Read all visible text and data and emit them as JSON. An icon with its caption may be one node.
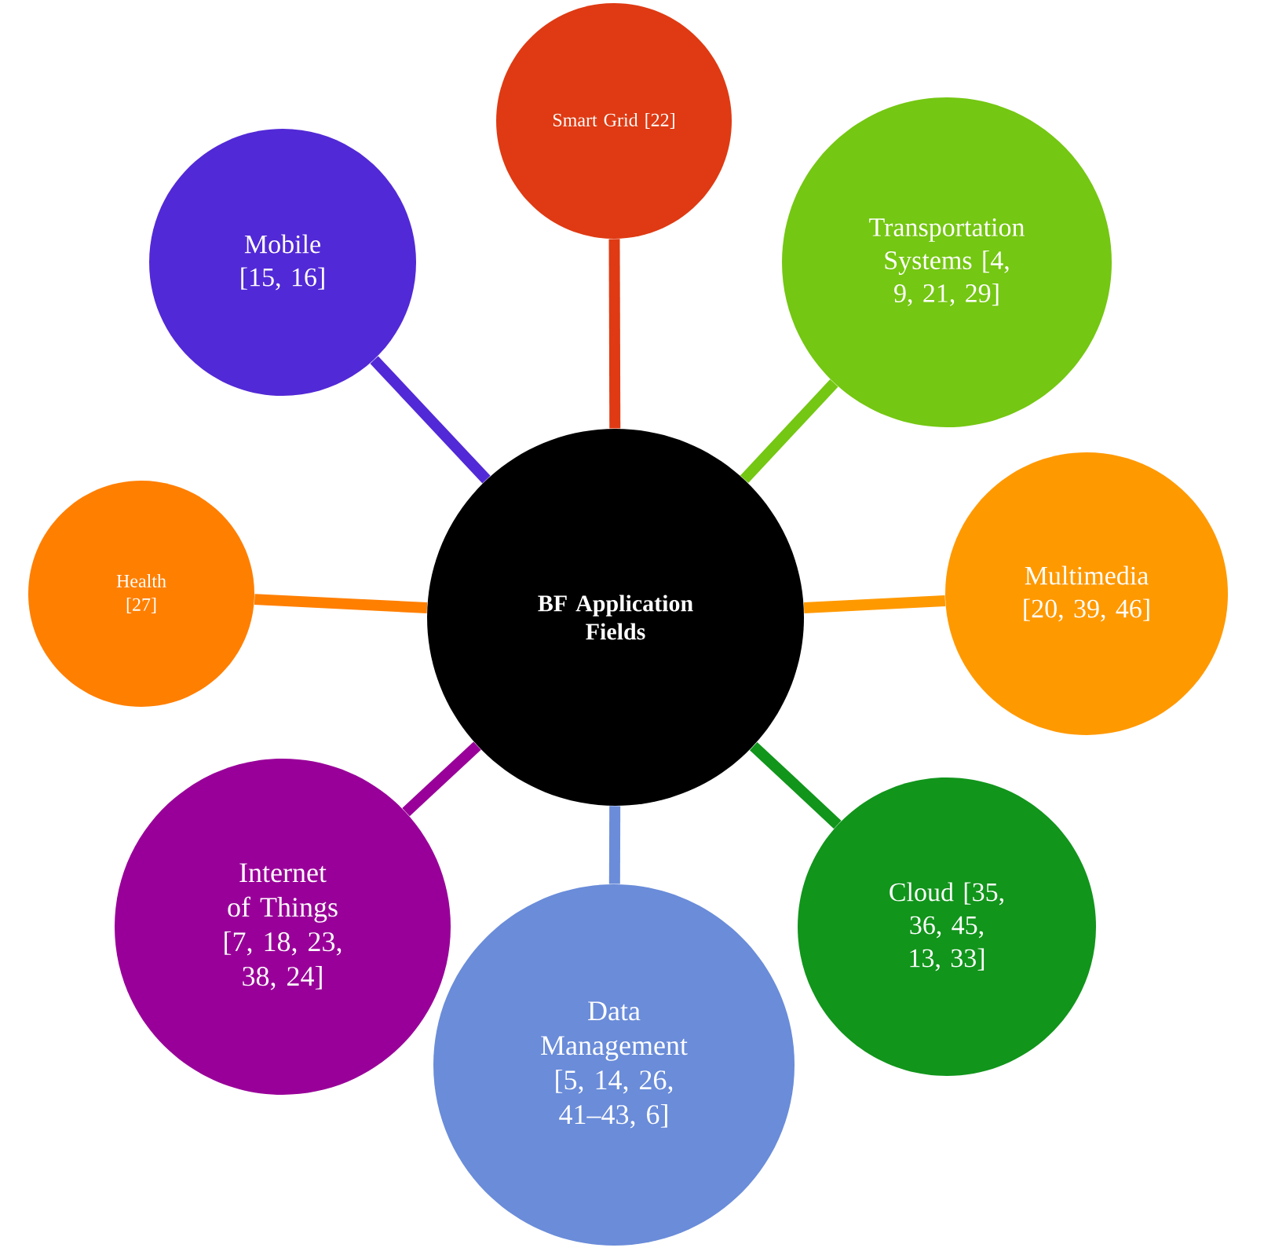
{
  "diagram": {
    "nodes": [
      {
        "text": [
          "BF Application Fields"
        ]
      },
      {
        "text": [
          "Smart Grid [22]"
        ]
      },
      {
        "text": [
          "Transportation Systems [4, 9, 21, 29]"
        ]
      },
      {
        "text": [
          "Multimedia [20, 39, 46]"
        ]
      },
      {
        "text": [
          "Cloud [35, 36, 45, 13, 33]"
        ]
      },
      {
        "text": [
          "Data Management [5, 14, 26, 41–43, 6]"
        ]
      },
      {
        "text": [
          "Internet of Things [7, 18, 23, 38, 24]"
        ]
      },
      {
        "text": [
          "Health [27]"
        ]
      },
      {
        "text": [
          "Mobile [15, 16]"
        ]
      }
    ],
    "edges": [
      {
        "from": 0,
        "to": 1,
        "arrow": "none",
        "color": "#df3a13"
      },
      {
        "from": 0,
        "to": 2,
        "arrow": "none",
        "color": "#74c712"
      },
      {
        "from": 0,
        "to": 3,
        "arrow": "none",
        "color": "#ff9900"
      },
      {
        "from": 0,
        "to": 4,
        "arrow": "none",
        "color": "#11951b"
      },
      {
        "from": 0,
        "to": 5,
        "arrow": "none",
        "color": "#6a8cd9"
      },
      {
        "from": 0,
        "to": 6,
        "arrow": "none",
        "color": "#990099"
      },
      {
        "from": 0,
        "to": 7,
        "arrow": "none",
        "color": "#ff7f00"
      },
      {
        "from": 0,
        "to": 8,
        "arrow": "none",
        "color": "#5229d6"
      }
    ]
  }
}
